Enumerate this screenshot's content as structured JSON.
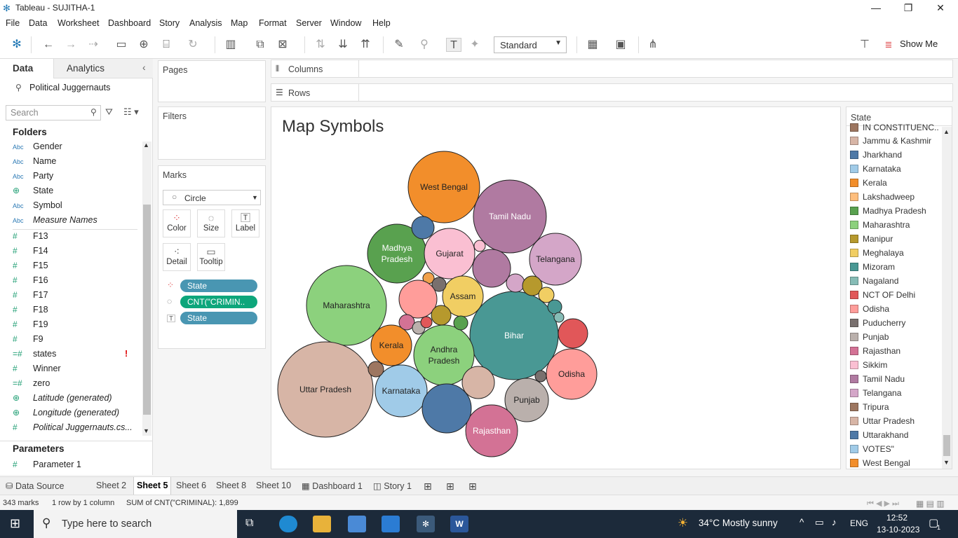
{
  "window": {
    "title": "Tableau - SUJITHA-1"
  },
  "menu": [
    "File",
    "Data",
    "Worksheet",
    "Dashboard",
    "Story",
    "Analysis",
    "Map",
    "Format",
    "Server",
    "Window",
    "Help"
  ],
  "toolbar": {
    "fit_mode": "Standard",
    "show_me": "Show Me"
  },
  "data_pane": {
    "tabs": [
      "Data",
      "Analytics"
    ],
    "datasource": "Political Juggernauts",
    "search_placeholder": "Search",
    "folders_label": "Folders",
    "fields": [
      {
        "type": "Abc",
        "name": "Gender",
        "kind": "str"
      },
      {
        "type": "Abc",
        "name": "Name",
        "kind": "str"
      },
      {
        "type": "Abc",
        "name": "Party",
        "kind": "str"
      },
      {
        "type": "⊕",
        "name": "State",
        "kind": "geo"
      },
      {
        "type": "Abc",
        "name": "Symbol",
        "kind": "str"
      },
      {
        "type": "Abc",
        "name": "Measure Names",
        "kind": "str",
        "italic": true
      },
      {
        "type": "#",
        "name": "F13",
        "kind": "num"
      },
      {
        "type": "#",
        "name": "F14",
        "kind": "num"
      },
      {
        "type": "#",
        "name": "F15",
        "kind": "num"
      },
      {
        "type": "#",
        "name": "F16",
        "kind": "num"
      },
      {
        "type": "#",
        "name": "F17",
        "kind": "num"
      },
      {
        "type": "#",
        "name": "F18",
        "kind": "num"
      },
      {
        "type": "#",
        "name": "F19",
        "kind": "num"
      },
      {
        "type": "#",
        "name": "F9",
        "kind": "num"
      },
      {
        "type": "=#",
        "name": "states",
        "kind": "num",
        "warn": "!"
      },
      {
        "type": "#",
        "name": "Winner",
        "kind": "num"
      },
      {
        "type": "=#",
        "name": "zero",
        "kind": "num"
      },
      {
        "type": "⊕",
        "name": "Latitude (generated)",
        "kind": "geo",
        "italic": true
      },
      {
        "type": "⊕",
        "name": "Longitude (generated)",
        "kind": "geo",
        "italic": true
      },
      {
        "type": "#",
        "name": "Political Juggernauts.cs...",
        "kind": "num",
        "italic": true
      }
    ],
    "parameters_label": "Parameters",
    "parameters": [
      {
        "type": "#",
        "name": "Parameter 1"
      }
    ]
  },
  "cards": {
    "pages": "Pages",
    "filters": "Filters",
    "marks": "Marks",
    "mark_type": "Circle",
    "mark_buttons": [
      "Color",
      "Size",
      "Label",
      "Detail",
      "Tooltip"
    ],
    "pills": [
      {
        "icon": "color",
        "text": "State",
        "style": "blue"
      },
      {
        "icon": "size",
        "text": "CNT(\"CRIMIN..",
        "style": "green"
      },
      {
        "icon": "label",
        "text": "State",
        "style": "blue"
      }
    ],
    "columns": "Columns",
    "rows": "Rows"
  },
  "viz": {
    "title": "Map Symbols",
    "bubbles": [
      {
        "label": "West Bengal",
        "color": "#f28e2b",
        "text": "dark"
      },
      {
        "label": "Tamil Nadu",
        "color": "#b07aa1",
        "text": "light"
      },
      {
        "label": "Telangana",
        "color": "#d4a6c8",
        "text": "dark"
      },
      {
        "label": "Madhya Pradesh",
        "color": "#59a14f",
        "text": "light"
      },
      {
        "label": "Gujarat",
        "color": "#fabfd2",
        "text": "dark"
      },
      {
        "label": "Maharashtra",
        "color": "#8cd17d",
        "text": "dark"
      },
      {
        "label": "Assam",
        "color": "#f1ce63",
        "text": "dark"
      },
      {
        "label": "Bihar",
        "color": "#499894",
        "text": "light"
      },
      {
        "label": "Kerala",
        "color": "#f28e2b",
        "text": "dark"
      },
      {
        "label": "Andhra Pradesh",
        "color": "#8cd17d",
        "text": "dark"
      },
      {
        "label": "Odisha",
        "color": "#ff9d9a",
        "text": "dark"
      },
      {
        "label": "Uttar Pradesh",
        "color": "#d7b5a6",
        "text": "dark"
      },
      {
        "label": "Karnataka",
        "color": "#a0cbe8",
        "text": "dark"
      },
      {
        "label": "Punjab",
        "color": "#bab0ac",
        "text": "dark"
      },
      {
        "label": "Rajasthan",
        "color": "#d37295",
        "text": "light"
      },
      {
        "label": "",
        "color": "#4e79a7"
      },
      {
        "label": "",
        "color": "#fabfd2"
      },
      {
        "label": "",
        "color": "#b07aa1"
      },
      {
        "label": "",
        "color": "#f1a14b"
      },
      {
        "label": "",
        "color": "#79706e"
      },
      {
        "label": "",
        "color": "#ff9d9a"
      },
      {
        "label": "",
        "color": "#d4a6c8"
      },
      {
        "label": "",
        "color": "#b6992d"
      },
      {
        "label": "",
        "color": "#f1ce63"
      },
      {
        "label": "",
        "color": "#499894"
      },
      {
        "label": "",
        "color": "#86bcb6"
      },
      {
        "label": "",
        "color": "#e15759"
      },
      {
        "label": "",
        "color": "#b6992d"
      },
      {
        "label": "",
        "color": "#d37295"
      },
      {
        "label": "",
        "color": "#bab0ac"
      },
      {
        "label": "",
        "color": "#e15759"
      },
      {
        "label": "",
        "color": "#59a14f"
      },
      {
        "label": "",
        "color": "#9d7660"
      },
      {
        "label": "",
        "color": "#4e79a7"
      },
      {
        "label": "",
        "color": "#d7b5a6"
      },
      {
        "label": "",
        "color": "#79706e"
      }
    ]
  },
  "legend": {
    "title": "State",
    "items": [
      {
        "name": "IN CONSTITUENC..",
        "color": "#9d7660"
      },
      {
        "name": "Jammu & Kashmir",
        "color": "#d7b5a6"
      },
      {
        "name": "Jharkhand",
        "color": "#4e79a7"
      },
      {
        "name": "Karnataka",
        "color": "#a0cbe8"
      },
      {
        "name": "Kerala",
        "color": "#f28e2b"
      },
      {
        "name": "Lakshadweep",
        "color": "#ffbe7d"
      },
      {
        "name": "Madhya Pradesh",
        "color": "#59a14f"
      },
      {
        "name": "Maharashtra",
        "color": "#8cd17d"
      },
      {
        "name": "Manipur",
        "color": "#b6992d"
      },
      {
        "name": "Meghalaya",
        "color": "#f1ce63"
      },
      {
        "name": "Mizoram",
        "color": "#499894"
      },
      {
        "name": "Nagaland",
        "color": "#86bcb6"
      },
      {
        "name": "NCT OF Delhi",
        "color": "#e15759"
      },
      {
        "name": "Odisha",
        "color": "#ff9d9a"
      },
      {
        "name": "Puducherry",
        "color": "#79706e"
      },
      {
        "name": "Punjab",
        "color": "#bab0ac"
      },
      {
        "name": "Rajasthan",
        "color": "#d37295"
      },
      {
        "name": "Sikkim",
        "color": "#fabfd2"
      },
      {
        "name": "Tamil Nadu",
        "color": "#b07aa1"
      },
      {
        "name": "Telangana",
        "color": "#d4a6c8"
      },
      {
        "name": "Tripura",
        "color": "#9d7660"
      },
      {
        "name": "Uttar Pradesh",
        "color": "#d7b5a6"
      },
      {
        "name": "Uttarakhand",
        "color": "#4e79a7"
      },
      {
        "name": "VOTES\"",
        "color": "#a0cbe8"
      },
      {
        "name": "West Bengal",
        "color": "#f28e2b"
      }
    ]
  },
  "sheet_tabs": [
    "Data Source",
    "Sheet 2",
    "Sheet 5",
    "Sheet 6",
    "Sheet 8",
    "Sheet 10",
    "Dashboard 1",
    "Story 1"
  ],
  "active_tab": "Sheet 5",
  "status": {
    "marks": "343 marks",
    "rows_cols": "1 row by 1 column",
    "sum": "SUM of CNT(\"CRIMINAL): 1,899"
  },
  "taskbar": {
    "search_placeholder": "Type here to search",
    "weather": "34°C  Mostly sunny",
    "lang": "ENG",
    "time": "12:52",
    "date": "13-10-2023",
    "notifications": "1"
  }
}
